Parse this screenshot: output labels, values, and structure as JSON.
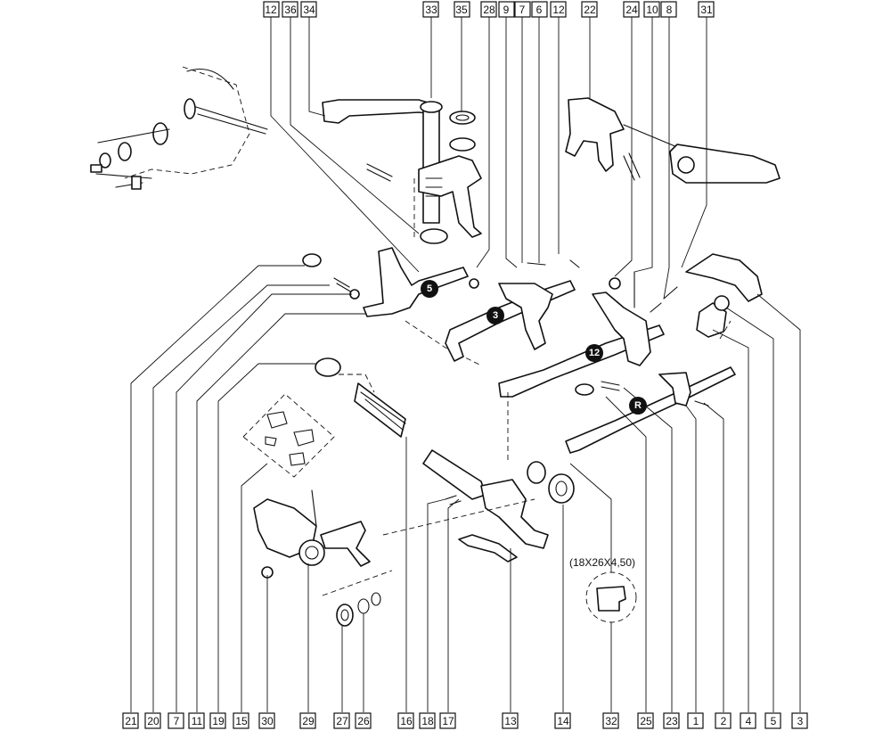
{
  "diagram": {
    "top_labels": [
      "12",
      "36",
      "34",
      "33",
      "35",
      "28",
      "9",
      "7",
      "6",
      "12",
      "22",
      "24",
      "10",
      "8",
      "31"
    ],
    "bottom_labels": [
      "21",
      "20",
      "7",
      "11",
      "19",
      "15",
      "30",
      "29",
      "27",
      "26",
      "16",
      "18",
      "17",
      "13",
      "14",
      "32",
      "25",
      "23",
      "1",
      "2",
      "4",
      "5",
      "3"
    ],
    "gear_badges": [
      "5",
      "3",
      "12",
      "R"
    ],
    "note": "(18X26X4,50)"
  }
}
